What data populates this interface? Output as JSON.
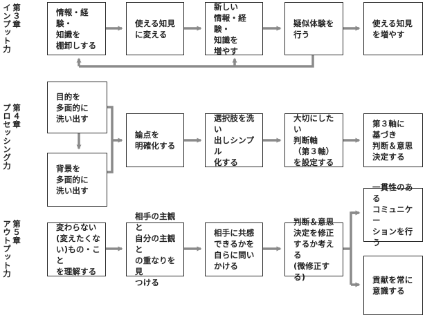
{
  "colors": {
    "line": "#2a2a2a",
    "arrow": "#8a8a8a",
    "background": "#ffffff"
  },
  "chapters": [
    {
      "text": "第３章\nインプット力"
    },
    {
      "text": "第４章\nプロセッシング力"
    },
    {
      "text": "第５章\nアウトプット力"
    }
  ],
  "row1": [
    {
      "text": "情報・経験・\n知識を\n棚卸しする"
    },
    {
      "text": "使える知見\nに変える"
    },
    {
      "text": "新しい\n情報・経験・\n知識を\n増やす"
    },
    {
      "text": "疑似体験を\n行う"
    },
    {
      "text": "使える知見\nを増やす"
    }
  ],
  "row2": [
    {
      "text": "目的を\n多面的に\n洗い出す"
    },
    {
      "text": "背景を\n多面的に\n洗い出す"
    },
    {
      "text": "論点を\n明確化する"
    },
    {
      "text": "選択肢を洗い\n出しシンプル\n化する"
    },
    {
      "text": "大切にしたい\n判断軸\n（第３軸）\nを設定する"
    },
    {
      "text": "第３軸に\n基づき\n判断＆意思\n決定する"
    }
  ],
  "row3": [
    {
      "text": "変わらない\n(変えたくな\nい)もの・こと\nを理解する"
    },
    {
      "text": "相手の主観と\n自分の主観と\nの重なりを見\nつける"
    },
    {
      "text": "相手に共感\nできるかを\n自らに問い\nかける"
    },
    {
      "text": "判断＆意思\n決定を修正\nするか考える\n(微修正する)"
    },
    {
      "text": "一貫性のある\nコミュニケー\nションを行う"
    },
    {
      "text": "貢献を常に\n意識する"
    }
  ]
}
